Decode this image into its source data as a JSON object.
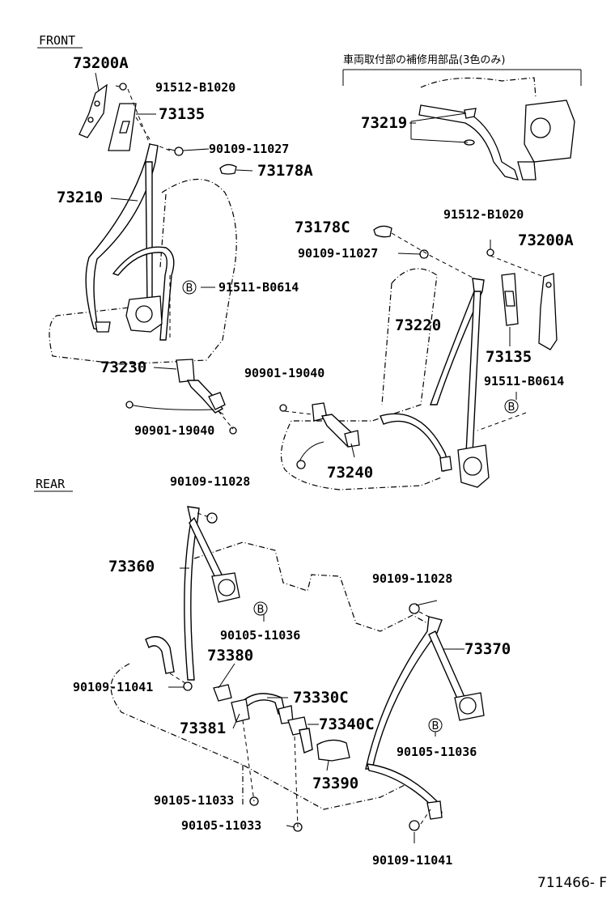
{
  "sections": {
    "front": "FRONT",
    "rear": "REAR"
  },
  "note": "車両取付部の補修用部品(3色のみ)",
  "figure_number": "711466- F",
  "callout_b": "B",
  "labels": {
    "l73200A_top": "73200A",
    "l91512_top": "91512-B1020",
    "l73135_top": "73135",
    "l90109_11027_top": "90109-11027",
    "l73178A": "73178A",
    "l73210": "73210",
    "l91511_left": "91511-B0614",
    "l73230": "73230",
    "l90901_left": "90901-19040",
    "l73219": "73219",
    "l73178C": "73178C",
    "l91512_right": "91512-B1020",
    "l90109_11027_right": "90109-11027",
    "l73200A_right": "73200A",
    "l73220": "73220",
    "l73135_right": "73135",
    "l90901_right": "90901-19040",
    "l91511_right": "91511-B0614",
    "l73240": "73240",
    "l90109_11028_left": "90109-11028",
    "l73360": "73360",
    "l90105_11036_left": "90105-11036",
    "l73380": "73380",
    "l90109_11041_left": "90109-11041",
    "l73330C": "73330C",
    "l73381": "73381",
    "l73340C": "73340C",
    "l73390": "73390",
    "l90105_11033_a": "90105-11033",
    "l90105_11033_b": "90105-11033",
    "l90109_11028_right": "90109-11028",
    "l73370": "73370",
    "l90105_11036_right": "90105-11036",
    "l90109_11041_right": "90109-11041"
  }
}
